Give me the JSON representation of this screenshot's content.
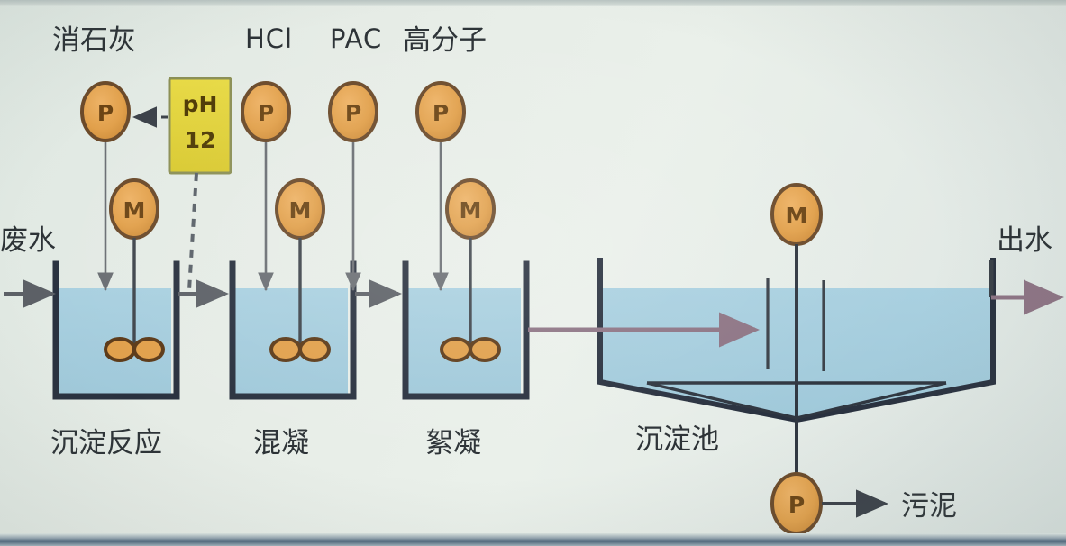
{
  "diagram": {
    "title": "waste-water chemical treatment flow diagram",
    "colors": {
      "background": "#e6ece6",
      "water": "#a3cbdd",
      "tank_wall": "#29313f",
      "node_fill": "#e3a04a",
      "node_stroke": "#6b4a2a",
      "ph_box_fill": "#e2d33b",
      "ph_box_stroke": "#8b8f55",
      "arrow_grey": "#5c6066",
      "arrow_mauve": "#8d7484"
    }
  },
  "chemicals": [
    {
      "label": "消石灰",
      "node": "P",
      "tank": 1
    },
    {
      "label": "HCl",
      "node": "P",
      "tank": 2
    },
    {
      "label": "PAC",
      "node": "P",
      "tank": 3
    },
    {
      "label": "高分子",
      "node": "P",
      "tank": 3
    }
  ],
  "labels": {
    "lime": "消石灰",
    "hcl": "HCl",
    "pac": "PAC",
    "polymer": "高分子",
    "influent": "废水",
    "effluent": "出水",
    "sludge": "污泥"
  },
  "ph_meter": {
    "line1": "pH",
    "line2": "12"
  },
  "nodes": {
    "pump": "P",
    "motor": "M"
  },
  "tanks": [
    {
      "id": "tank-1",
      "label": "沉淀反应",
      "motor": "M",
      "pump": "P"
    },
    {
      "id": "tank-2",
      "label": "混凝",
      "motor": "M",
      "pump": "P"
    },
    {
      "id": "tank-3",
      "label": "絮凝",
      "motor": "M",
      "pump": "P"
    },
    {
      "id": "clarifier",
      "label": "沉淀池",
      "motor": "M",
      "pump": "P"
    }
  ],
  "clarifier": {
    "label": "沉淀池",
    "motor": "M",
    "sludge_pump": "P"
  }
}
